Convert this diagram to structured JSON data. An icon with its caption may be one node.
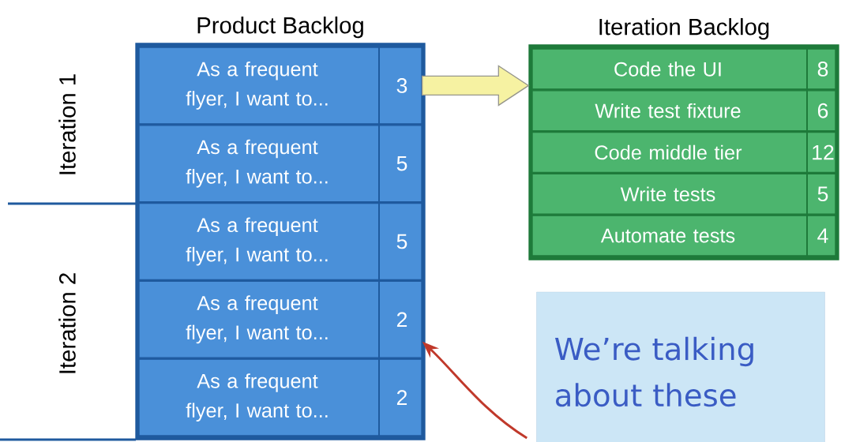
{
  "diagram": {
    "nodes": [
      {
        "text": [
          "Product Backlog"
        ]
      },
      {
        "text": [
          "As a frequent flyer, I want to...",
          "3"
        ],
        "in": 0
      },
      {
        "text": [
          "As a frequent flyer, I want to...",
          "5"
        ],
        "in": 0
      },
      {
        "text": [
          "As a frequent flyer, I want to...",
          "5"
        ],
        "in": 0
      },
      {
        "text": [
          "As a frequent flyer, I want to...",
          "2"
        ],
        "in": 0
      },
      {
        "text": [
          "As a frequent flyer, I want to...",
          "2"
        ],
        "in": 0
      },
      {
        "text": [
          "Iteration Backlog"
        ]
      },
      {
        "text": [
          "Code the UI",
          "8"
        ],
        "in": 6
      },
      {
        "text": [
          "Write test fixture",
          "6"
        ],
        "in": 6
      },
      {
        "text": [
          "Code middle tier",
          "12"
        ],
        "in": 6
      },
      {
        "text": [
          "Write tests",
          "5"
        ],
        "in": 6
      },
      {
        "text": [
          "Automate tests",
          "4"
        ],
        "in": 6
      },
      {
        "text": [
          "We’re talking about these"
        ]
      }
    ],
    "edges": [
      {
        "from": 1,
        "to": 6,
        "arrow": "to",
        "style": "thick",
        "color": "#f6f2a2"
      },
      {
        "from": 12,
        "to": 4,
        "arrow": "to",
        "color": "#c0392b"
      }
    ],
    "labels": [
      "Iteration 1",
      "Iteration 2"
    ]
  }
}
